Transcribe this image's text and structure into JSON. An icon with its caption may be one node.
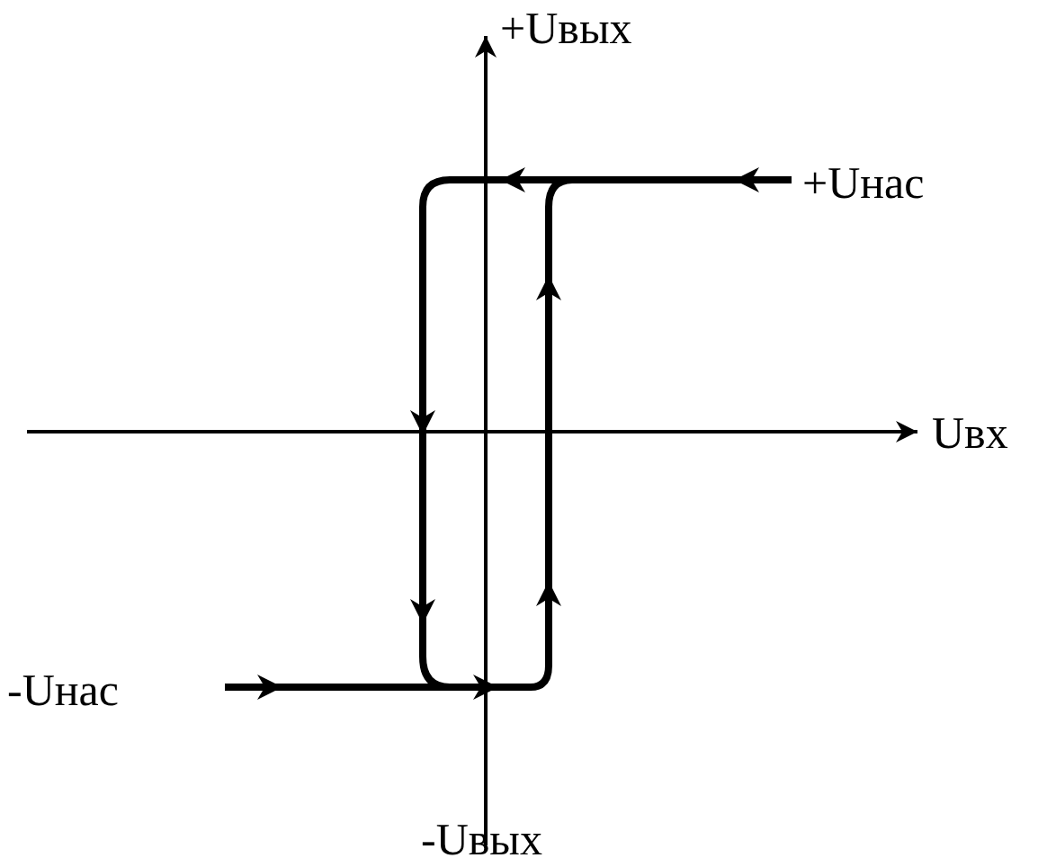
{
  "diagram": {
    "labels": [
      "+Uвых",
      "+Uнас",
      "Uвх",
      "-Uнас",
      "-Uвых"
    ]
  }
}
